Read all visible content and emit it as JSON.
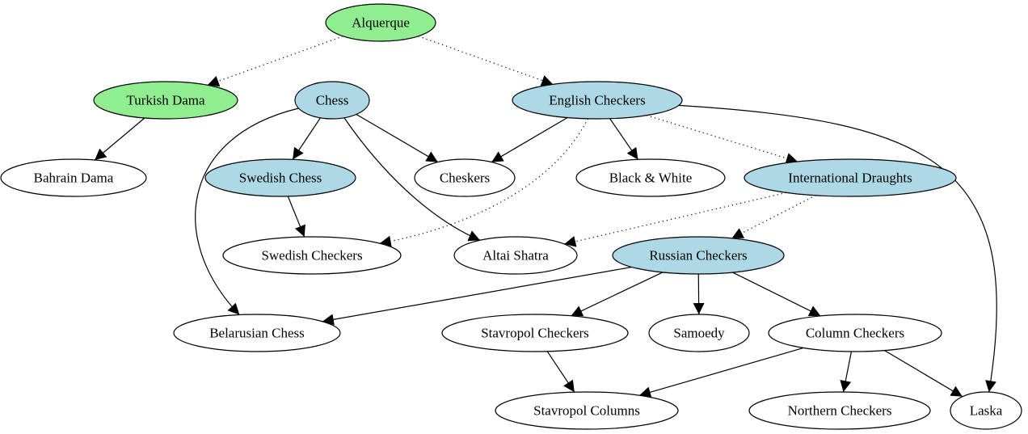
{
  "colors": {
    "green": "#90ee90",
    "blue": "#add8e6",
    "white": "#ffffff",
    "stroke": "#000000"
  },
  "nodes": {
    "alquerque": {
      "label": "Alquerque",
      "fill": "green"
    },
    "turkish_dama": {
      "label": "Turkish Dama",
      "fill": "green"
    },
    "chess": {
      "label": "Chess",
      "fill": "blue"
    },
    "english_checkers": {
      "label": "English Checkers",
      "fill": "blue"
    },
    "bahrain_dama": {
      "label": "Bahrain Dama",
      "fill": "white"
    },
    "swedish_chess": {
      "label": "Swedish Chess",
      "fill": "blue"
    },
    "cheskers": {
      "label": "Cheskers",
      "fill": "white"
    },
    "black_white": {
      "label": "Black & White",
      "fill": "white"
    },
    "international_draughts": {
      "label": "International Draughts",
      "fill": "blue"
    },
    "swedish_checkers": {
      "label": "Swedish Checkers",
      "fill": "white"
    },
    "altai_shatra": {
      "label": "Altai Shatra",
      "fill": "white"
    },
    "russian_checkers": {
      "label": "Russian Checkers",
      "fill": "blue"
    },
    "belarusian_chess": {
      "label": "Belarusian Chess",
      "fill": "white"
    },
    "stavropol_checkers": {
      "label": "Stavropol Checkers",
      "fill": "white"
    },
    "samoedy": {
      "label": "Samoedy",
      "fill": "white"
    },
    "column_checkers": {
      "label": "Column Checkers",
      "fill": "white"
    },
    "stavropol_columns": {
      "label": "Stavropol Columns",
      "fill": "white"
    },
    "northern_checkers": {
      "label": "Northern Checkers",
      "fill": "white"
    },
    "laska": {
      "label": "Laska",
      "fill": "white"
    }
  },
  "edges": [
    {
      "from": "alquerque",
      "to": "turkish_dama",
      "style": "dotted"
    },
    {
      "from": "alquerque",
      "to": "english_checkers",
      "style": "dotted"
    },
    {
      "from": "turkish_dama",
      "to": "bahrain_dama",
      "style": "solid"
    },
    {
      "from": "chess",
      "to": "swedish_chess",
      "style": "solid"
    },
    {
      "from": "chess",
      "to": "cheskers",
      "style": "solid"
    },
    {
      "from": "chess",
      "to": "altai_shatra",
      "style": "solid"
    },
    {
      "from": "chess",
      "to": "belarusian_chess",
      "style": "solid"
    },
    {
      "from": "english_checkers",
      "to": "cheskers",
      "style": "solid"
    },
    {
      "from": "english_checkers",
      "to": "black_white",
      "style": "solid"
    },
    {
      "from": "english_checkers",
      "to": "international_draughts",
      "style": "dotted"
    },
    {
      "from": "english_checkers",
      "to": "swedish_checkers",
      "style": "dotted"
    },
    {
      "from": "english_checkers",
      "to": "laska",
      "style": "solid"
    },
    {
      "from": "swedish_chess",
      "to": "swedish_checkers",
      "style": "solid"
    },
    {
      "from": "international_draughts",
      "to": "altai_shatra",
      "style": "dotted"
    },
    {
      "from": "international_draughts",
      "to": "russian_checkers",
      "style": "dotted"
    },
    {
      "from": "russian_checkers",
      "to": "belarusian_chess",
      "style": "solid"
    },
    {
      "from": "russian_checkers",
      "to": "stavropol_checkers",
      "style": "solid"
    },
    {
      "from": "russian_checkers",
      "to": "samoedy",
      "style": "solid"
    },
    {
      "from": "russian_checkers",
      "to": "column_checkers",
      "style": "solid"
    },
    {
      "from": "stavropol_checkers",
      "to": "stavropol_columns",
      "style": "solid"
    },
    {
      "from": "column_checkers",
      "to": "stavropol_columns",
      "style": "solid"
    },
    {
      "from": "column_checkers",
      "to": "northern_checkers",
      "style": "solid"
    },
    {
      "from": "column_checkers",
      "to": "laska",
      "style": "solid"
    }
  ]
}
